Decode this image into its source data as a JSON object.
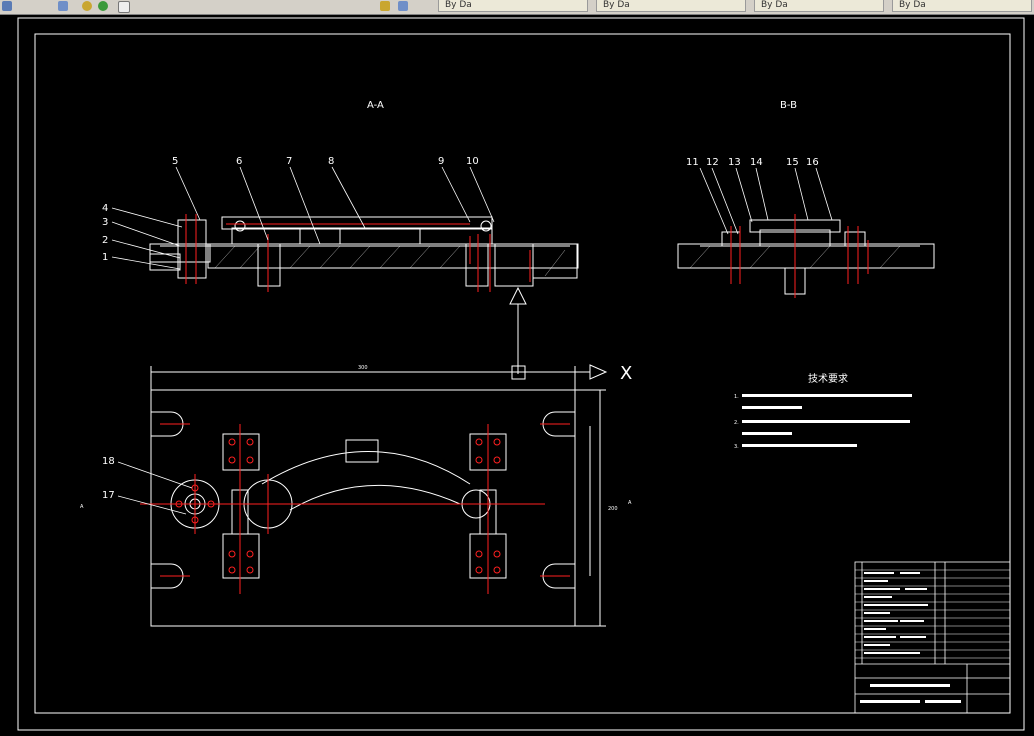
{
  "toolbar": {
    "tabs": [
      "By Da",
      "By Da",
      "By Da",
      "By Da"
    ]
  },
  "views": {
    "section_a": "A-A",
    "section_b": "B-B"
  },
  "part_numbers_a": [
    "1",
    "2",
    "3",
    "4",
    "5",
    "6",
    "7",
    "8",
    "9",
    "10"
  ],
  "part_numbers_b": [
    "11",
    "12",
    "13",
    "14",
    "15",
    "16"
  ],
  "part_numbers_plan": [
    "18",
    "17"
  ],
  "plan": {
    "axis_label": "X",
    "dim_top": "300",
    "dim_right": "200",
    "section_mark_left": "A",
    "section_mark_right": "A"
  },
  "tech": {
    "title": "技术要求",
    "lines": [
      "1.",
      "",
      "2.",
      "",
      "3."
    ]
  },
  "colors": {
    "background": "#000000",
    "line": "#ffffff",
    "center": "#ff2020",
    "frame": "#ffffff"
  }
}
